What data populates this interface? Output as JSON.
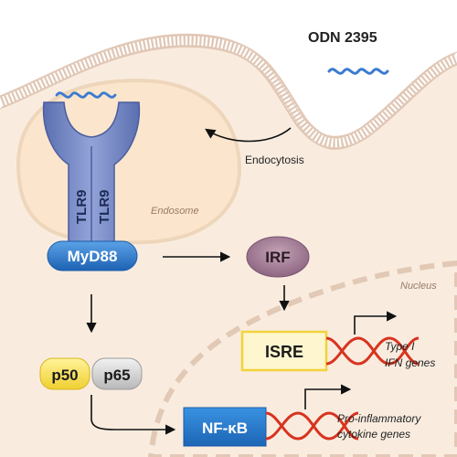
{
  "ligand": {
    "label": "ODN 2395"
  },
  "process": {
    "endocytosis": "Endocytosis"
  },
  "compartments": {
    "endosome": "Endosome",
    "nucleus": "Nucleus"
  },
  "receptor": {
    "left": "TLR9",
    "right": "TLR9"
  },
  "adaptor": {
    "label": "MyD88"
  },
  "irf": {
    "label": "IRF"
  },
  "nfkb_subunits": {
    "p50": "p50",
    "p65": "p65"
  },
  "promoters": {
    "isre": "ISRE",
    "nfkb": "NF-κB"
  },
  "genes": {
    "type1_line1": "Type I",
    "type1_line2": "IFN genes",
    "proinf_line1": "Pro-inflammatory",
    "proinf_line2": "cytokine genes"
  },
  "colors": {
    "cytoplasm": "#f9ecdf",
    "membrane": "#e5cdbd",
    "endosome_fill": "#fbe5cc",
    "endosome_border": "#eed6bb",
    "receptor": "#6c7fbe",
    "myd88": "#2e7fd0",
    "irf": "#a47e96",
    "p50": "#fce45a",
    "p65": "#d4d4d4",
    "isre_box": "#fdf6cf",
    "nfkb_box": "#2f86d8",
    "dna": "#d8331f",
    "ligand": "#3c7bd0",
    "nucleus_dash": "#e2c9b5"
  }
}
